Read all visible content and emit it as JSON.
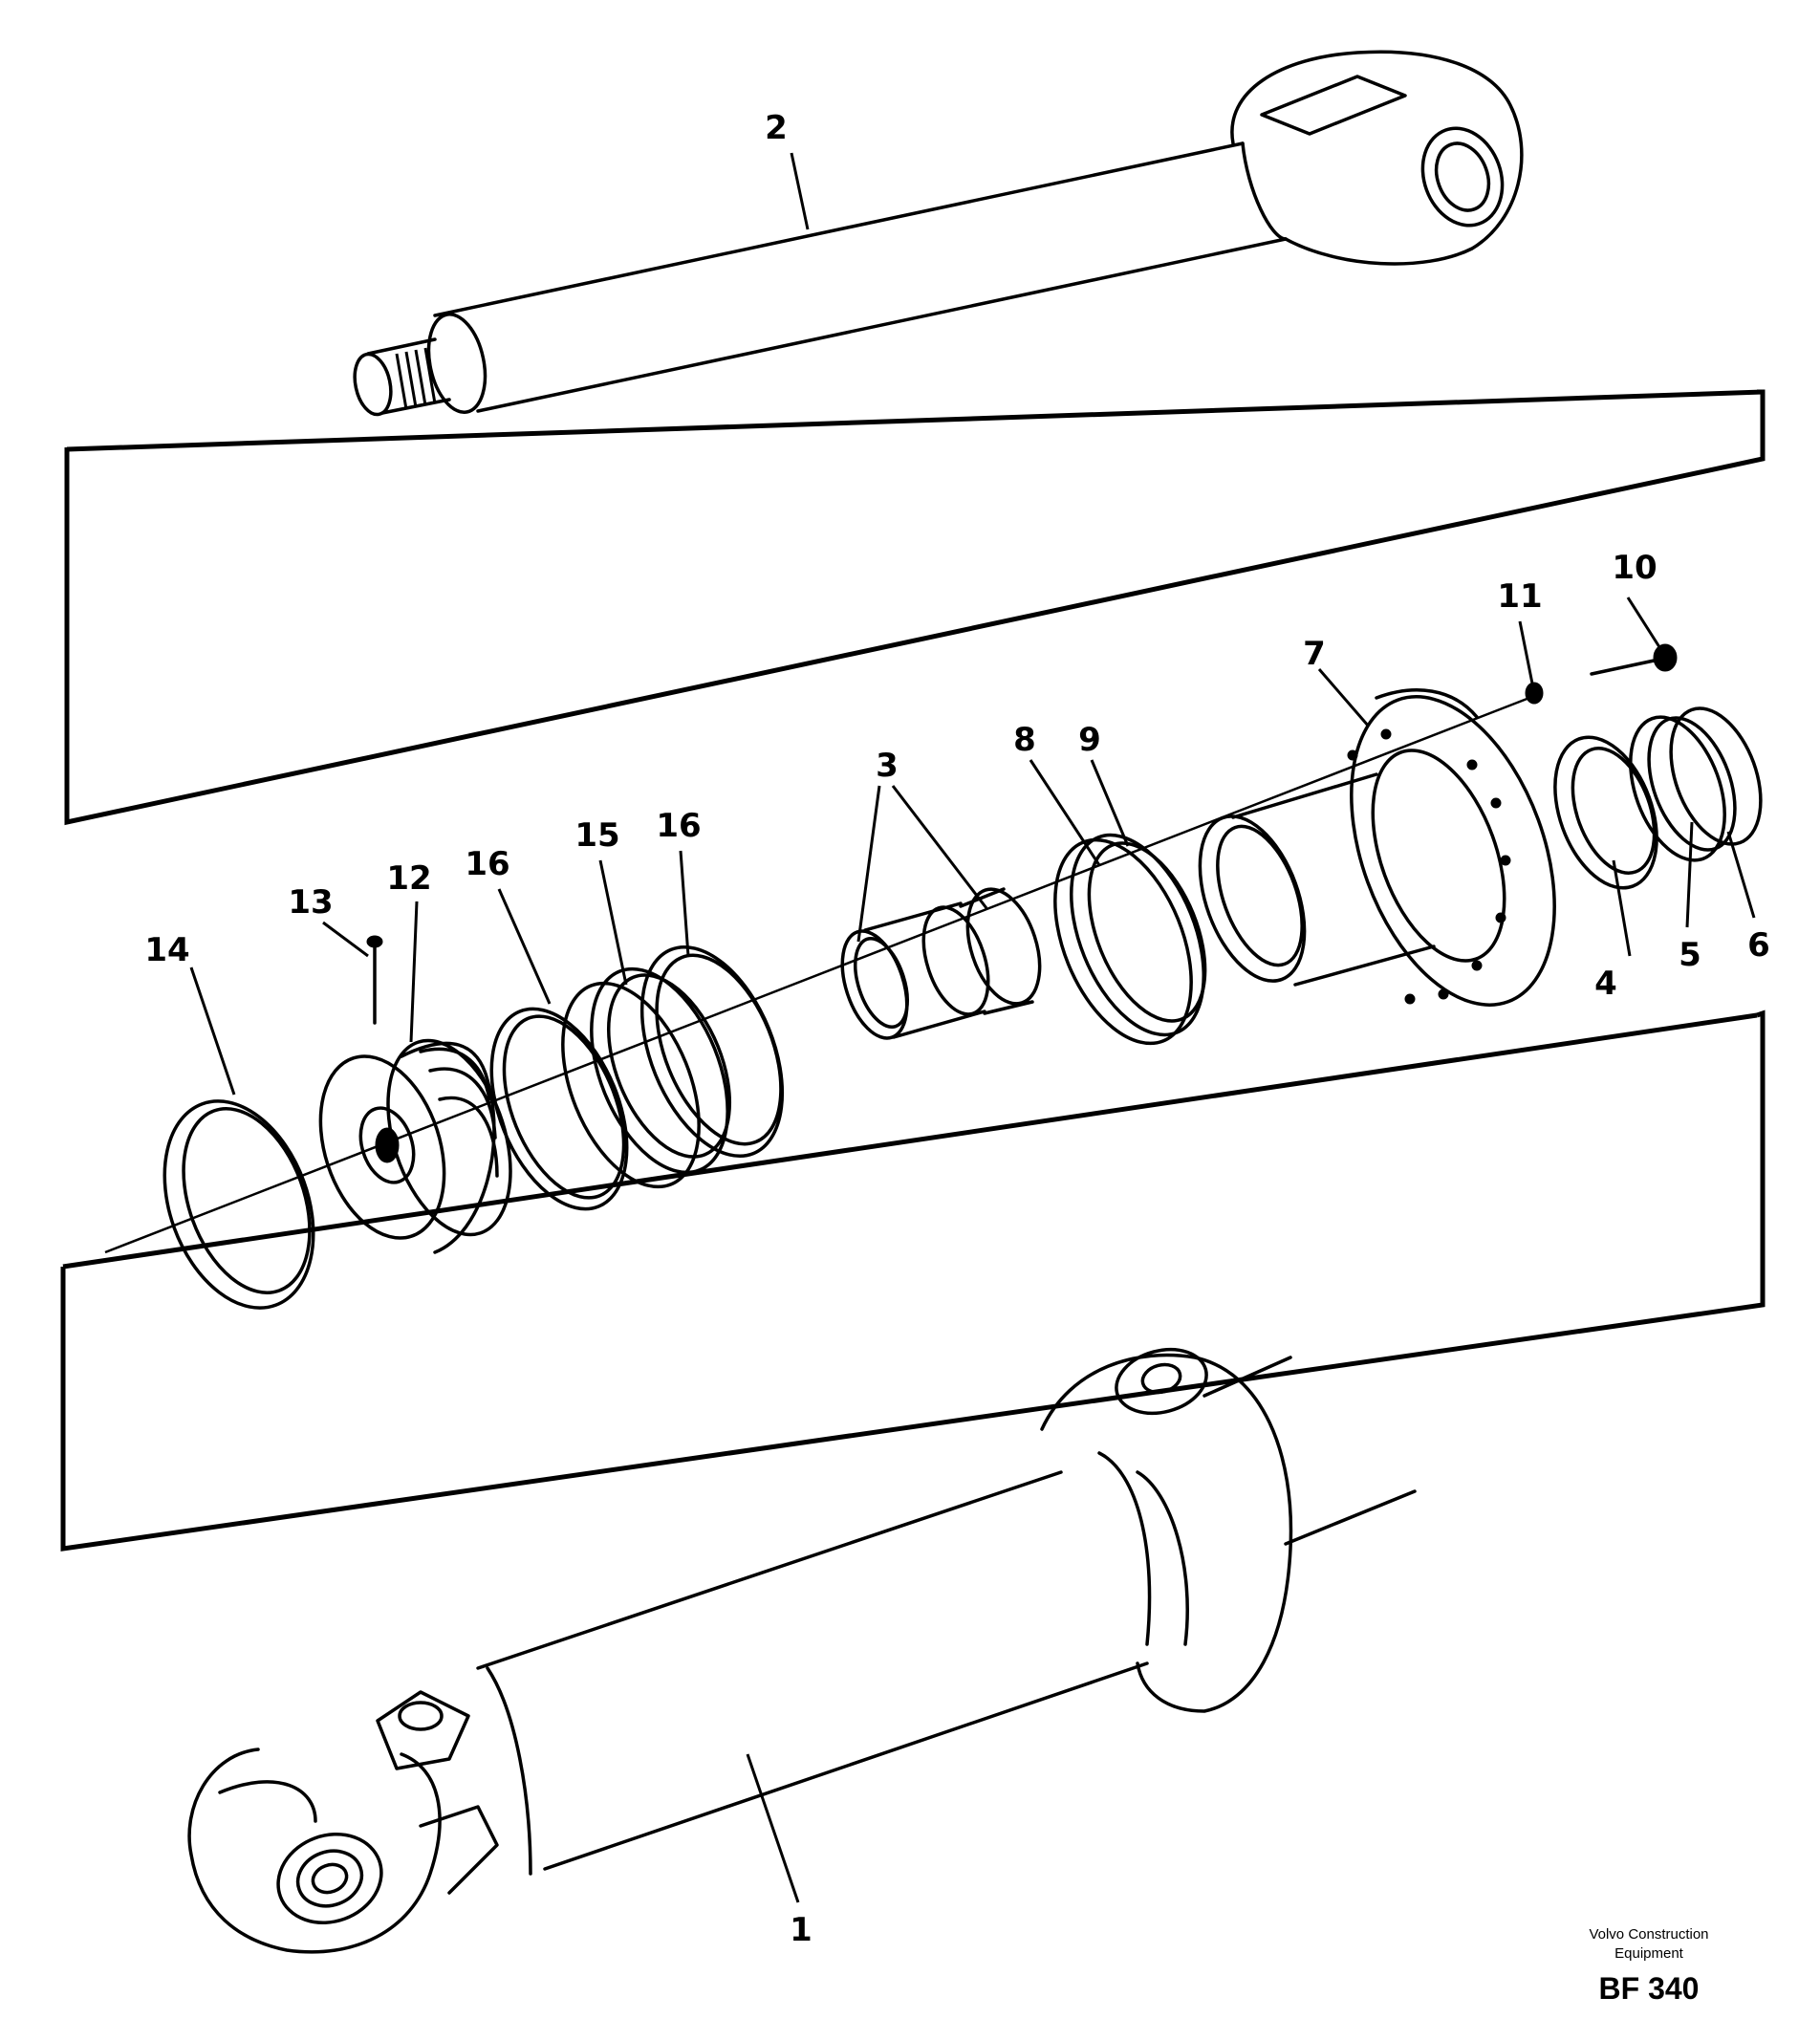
{
  "callouts": [
    {
      "id": "1",
      "label": "1"
    },
    {
      "id": "2",
      "label": "2"
    },
    {
      "id": "3",
      "label": "3"
    },
    {
      "id": "4",
      "label": "4"
    },
    {
      "id": "5",
      "label": "5"
    },
    {
      "id": "6",
      "label": "6"
    },
    {
      "id": "7",
      "label": "7"
    },
    {
      "id": "8",
      "label": "8"
    },
    {
      "id": "9",
      "label": "9"
    },
    {
      "id": "10",
      "label": "10"
    },
    {
      "id": "11",
      "label": "11"
    },
    {
      "id": "12",
      "label": "12"
    },
    {
      "id": "13",
      "label": "13"
    },
    {
      "id": "14",
      "label": "14"
    },
    {
      "id": "15",
      "label": "15"
    },
    {
      "id": "16a",
      "label": "16"
    },
    {
      "id": "16b",
      "label": "16"
    }
  ],
  "footer": {
    "publisher_line1": "Volvo Construction",
    "publisher_line2": "Equipment",
    "page_code": "BF 340"
  }
}
